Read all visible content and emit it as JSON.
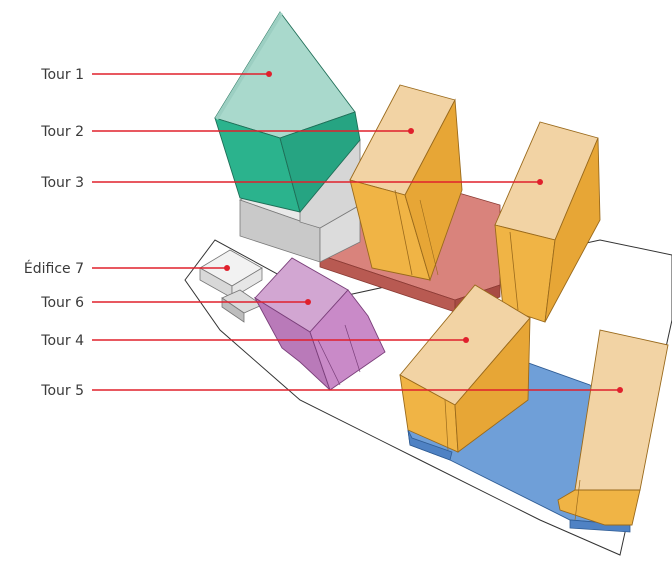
{
  "labels": {
    "tour1": "Tour 1",
    "tour2": "Tour 2",
    "tour3": "Tour 3",
    "edifice7": "Édifice 7",
    "tour6": "Tour 6",
    "tour4": "Tour 4",
    "tour5": "Tour 5"
  },
  "colors": {
    "tour1": "#2bb38d",
    "tour_orange": "#f0b445",
    "tour_beige": "#f2d3a4",
    "podium_red": "#d9837c",
    "tour6": "#c98ac8",
    "edifice7": "#e8e8e8",
    "parking_blue": "#6f9fd8",
    "leader_line": "#e0202c"
  }
}
